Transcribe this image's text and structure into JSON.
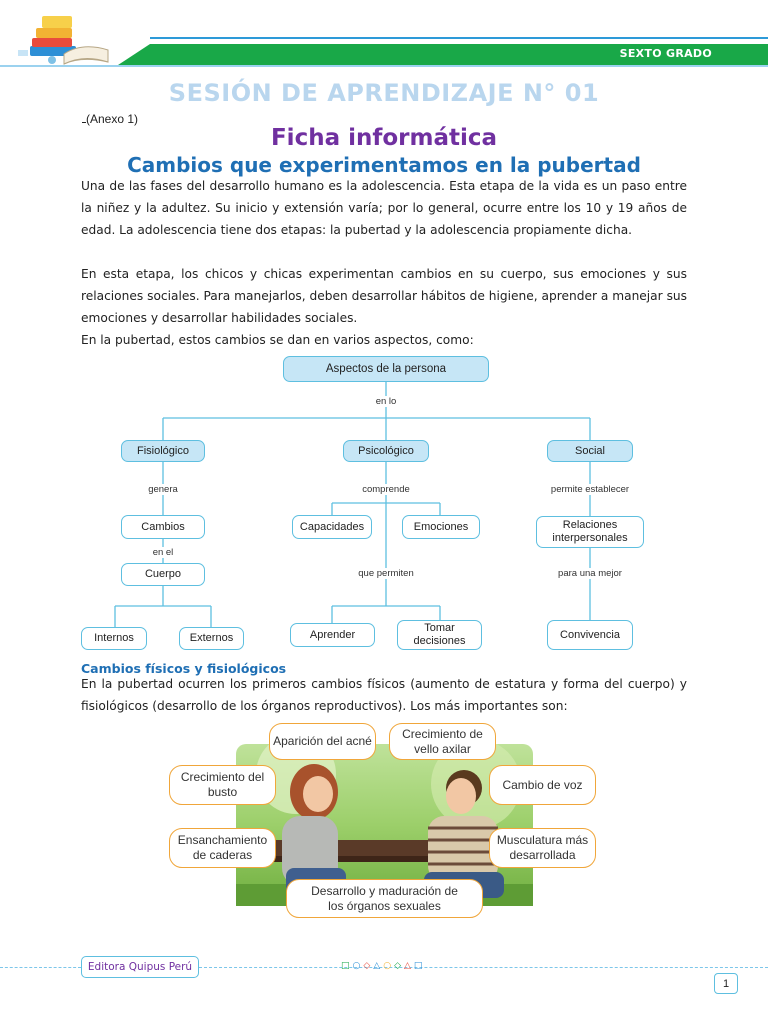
{
  "header": {
    "grade": "SEXTO GRADO"
  },
  "session_title": "SESIÓN DE APRENDIZAJE N° 01",
  "annex": "(Anexo 1)",
  "ficha_title": "Ficha informática",
  "subtitle": "Cambios que experimentamos en la pubertad",
  "paragraphs": [
    "Una de las fases del desarrollo humano es la adolescencia. Esta etapa de la vida es un paso entre la niñez y la adultez. Su inicio y extensión varía; por lo general, ocurre entre los 10 y 19 años de edad. La adolescencia tiene dos etapas: la pubertad y la adolescencia propiamente dicha.",
    "En esta etapa, los chicos y chicas experimentan cambios en su cuerpo, sus emociones y sus relaciones sociales. Para manejarlos, deben desarrollar hábitos de higiene, aprender a manejar sus emociones y desarrollar habilidades sociales.",
    "En la pubertad, estos cambios se dan en varios aspectos, como:"
  ],
  "concept_map": {
    "root": "Aspectos de la persona",
    "root_link": "en lo",
    "fisiologico": "Fisiológico",
    "psicologico": "Psicológico",
    "social": "Social",
    "link_genera": "genera",
    "link_comprende": "comprende",
    "link_permite": "permite establecer",
    "cambios": "Cambios",
    "link_en_el": "en el",
    "cuerpo": "Cuerpo",
    "internos": "Internos",
    "externos": "Externos",
    "capacidades": "Capacidades",
    "emociones": "Emociones",
    "link_que_permiten": "que permiten",
    "aprender": "Aprender",
    "tomar_decisiones": "Tomar decisiones",
    "relaciones": "Relaciones interpersonales",
    "link_para_mejor": "para una mejor",
    "convivencia": "Convivencia"
  },
  "section_heading": "Cambios físicos y fisiológicos",
  "section_paragraph": "En la pubertad ocurren los primeros cambios físicos (aumento de estatura y forma del cuerpo) y fisiológicos (desarrollo de los órganos reproductivos). Los más importantes son:",
  "callouts": {
    "acne": "Aparición del acné",
    "vello": "Crecimiento de vello axilar",
    "busto": "Crecimiento del busto",
    "voz": "Cambio de voz",
    "caderas": "Ensanchamiento de caderas",
    "musculatura": "Musculatura más desarrollada",
    "organos": "Desarrollo y maduración de los órganos sexuales"
  },
  "footer": {
    "publisher": "Editora Quipus Perú",
    "page": "1"
  },
  "colors": {
    "accent_blue": "#1f6fb4",
    "purple": "#7030a0",
    "green": "#19a848",
    "orange": "#f0a63a"
  }
}
